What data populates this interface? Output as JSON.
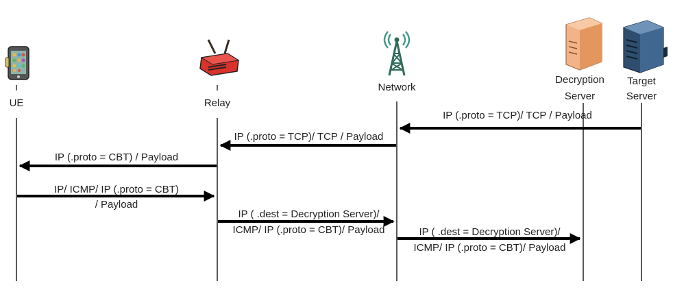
{
  "entities": {
    "ue": {
      "label": "UE",
      "icon": "smartphone-icon"
    },
    "relay": {
      "label": "Relay",
      "icon": "router-icon"
    },
    "network": {
      "label": "Network",
      "icon": "antenna-tower-icon"
    },
    "decryption_server": {
      "label_line1": "Decryption",
      "label_line2": "Server",
      "icon": "server-icon",
      "icon_color": "#e8a772"
    },
    "target_server": {
      "label_line1": "Target",
      "label_line2": "Server",
      "icon": "server-icon",
      "icon_color": "#3b5d80"
    }
  },
  "messages": [
    {
      "from": "target_server",
      "to": "network",
      "line1": "IP (.proto  = TCP)/ TCP / Payload"
    },
    {
      "from": "network",
      "to": "relay",
      "line1": "IP (.proto  = TCP)/ TCP / Payload"
    },
    {
      "from": "relay",
      "to": "ue",
      "line1": "IP (.proto = CBT) / Payload"
    },
    {
      "from": "ue",
      "to": "relay",
      "line1": "IP/ ICMP/ IP (.proto = CBT)",
      "line2": "/ Payload"
    },
    {
      "from": "relay",
      "to": "network",
      "line1": "IP ( .dest = Decryption  Server)/",
      "line2": "ICMP/ IP (.proto  = CBT)/ Payload"
    },
    {
      "from": "network",
      "to": "decryption_server",
      "line1": "IP ( .dest = Decryption  Server)/",
      "line2": "ICMP/ IP (.proto  = CBT)/ Payload"
    }
  ],
  "colors": {
    "line": "#000000",
    "text": "#222222",
    "router": "#d9322b",
    "tower": "#2f6b5a"
  }
}
